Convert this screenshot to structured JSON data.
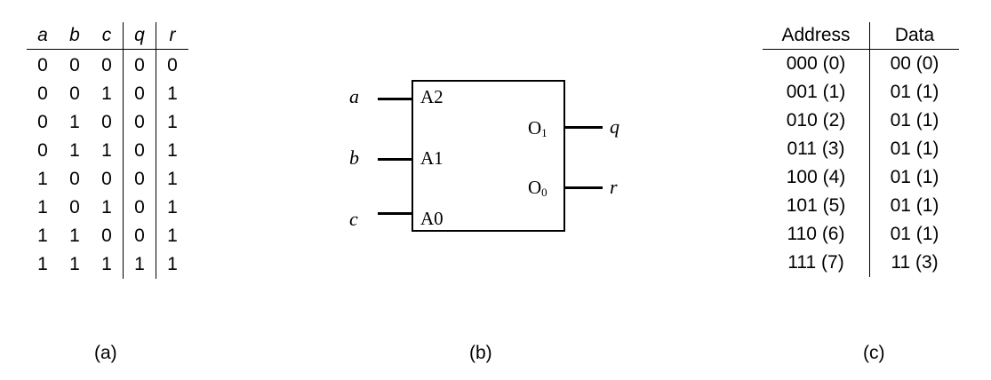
{
  "truth_table": {
    "headers": [
      "a",
      "b",
      "c",
      "q",
      "r"
    ],
    "rows": [
      [
        "0",
        "0",
        "0",
        "0",
        "0"
      ],
      [
        "0",
        "0",
        "1",
        "0",
        "1"
      ],
      [
        "0",
        "1",
        "0",
        "0",
        "1"
      ],
      [
        "0",
        "1",
        "1",
        "0",
        "1"
      ],
      [
        "1",
        "0",
        "0",
        "0",
        "1"
      ],
      [
        "1",
        "0",
        "1",
        "0",
        "1"
      ],
      [
        "1",
        "1",
        "0",
        "0",
        "1"
      ],
      [
        "1",
        "1",
        "1",
        "1",
        "1"
      ]
    ]
  },
  "block_diagram": {
    "inputs": [
      {
        "signal": "a",
        "pin": "A2"
      },
      {
        "signal": "b",
        "pin": "A1"
      },
      {
        "signal": "c",
        "pin": "A0"
      }
    ],
    "outputs": [
      {
        "signal": "q",
        "pin": "O",
        "pin_sub": "1"
      },
      {
        "signal": "r",
        "pin": "O",
        "pin_sub": "0"
      }
    ]
  },
  "rom_table": {
    "headers": [
      "Address",
      "Data"
    ],
    "rows": [
      [
        "000 (0)",
        "00 (0)"
      ],
      [
        "001 (1)",
        "01 (1)"
      ],
      [
        "010 (2)",
        "01 (1)"
      ],
      [
        "011 (3)",
        "01 (1)"
      ],
      [
        "100 (4)",
        "01 (1)"
      ],
      [
        "101 (5)",
        "01 (1)"
      ],
      [
        "110 (6)",
        "01 (1)"
      ],
      [
        "111 (7)",
        "11 (3)"
      ]
    ]
  },
  "captions": {
    "a": "(a)",
    "b": "(b)",
    "c": "(c)"
  }
}
